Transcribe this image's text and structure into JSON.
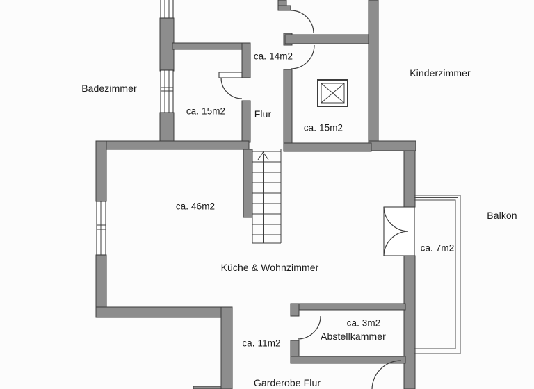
{
  "plan": {
    "labels": {
      "badezimmer": "Badezimmer",
      "badezimmer_area": "ca. 15m2",
      "flur": "Flur",
      "flur_area": "ca. 14m2",
      "shaft_room_area": "ca. 15m2",
      "kinderzimmer": "Kinderzimmer",
      "wohnzimmer_area": "ca. 46m2",
      "kueche_wohnzimmer": "Küche & Wohnzimmer",
      "balkon": "Balkon",
      "balkon_area": "ca. 7m2",
      "abstellkammer_area": "ca. 3m2",
      "abstellkammer": "Abstellkammer",
      "garderobe_area": "ca. 11m2",
      "garderobe_flur": "Garderobe Flur"
    },
    "colors": {
      "wall_fill": "#8d8d8d",
      "line": "#3c3c3c",
      "background": "#fcfcfc",
      "text": "#1a1a1a"
    }
  }
}
